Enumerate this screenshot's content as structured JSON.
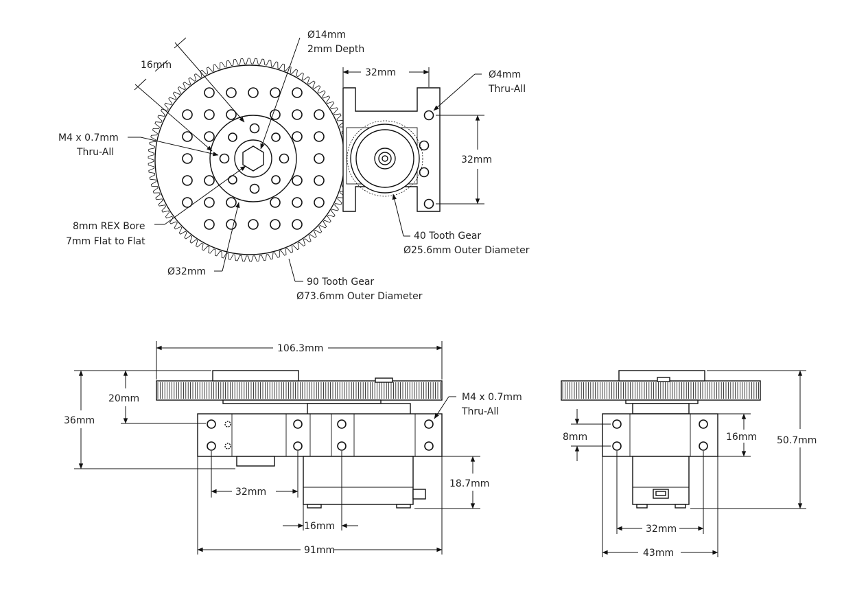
{
  "top_view": {
    "hub_bore_dia": "Ø14mm",
    "hub_bore_depth": "2mm Depth",
    "pattern_spacing": "16mm",
    "tap_size": "M4 x 0.7mm",
    "tap_depth": "Thru-All",
    "bore_type": "8mm REX Bore",
    "bore_flat": "7mm Flat to Flat",
    "hub_dia": "Ø32mm",
    "gear_large_teeth": "90 Tooth Gear",
    "gear_large_od": "Ø73.6mm Outer Diameter",
    "bracket_width": "32mm",
    "bracket_hole_dia": "Ø4mm",
    "bracket_hole_depth": "Thru-All",
    "bracket_height": "32mm",
    "gear_small_teeth": "40 Tooth Gear",
    "gear_small_od": "Ø25.6mm Outer Diameter"
  },
  "front_view": {
    "overall_length": "106.3mm",
    "gear_offset": "20mm",
    "overall_height": "36mm",
    "tap_size": "M4 x 0.7mm",
    "tap_depth": "Thru-All",
    "hole_spacing": "32mm",
    "servo_depth": "18.7mm",
    "servo_offset": "16mm",
    "base_length": "91mm"
  },
  "side_view": {
    "hole_pitch": "8mm",
    "hole_spacing_vertical": "16mm",
    "total_height": "50.7mm",
    "hole_spacing": "32mm",
    "base_width": "43mm"
  }
}
